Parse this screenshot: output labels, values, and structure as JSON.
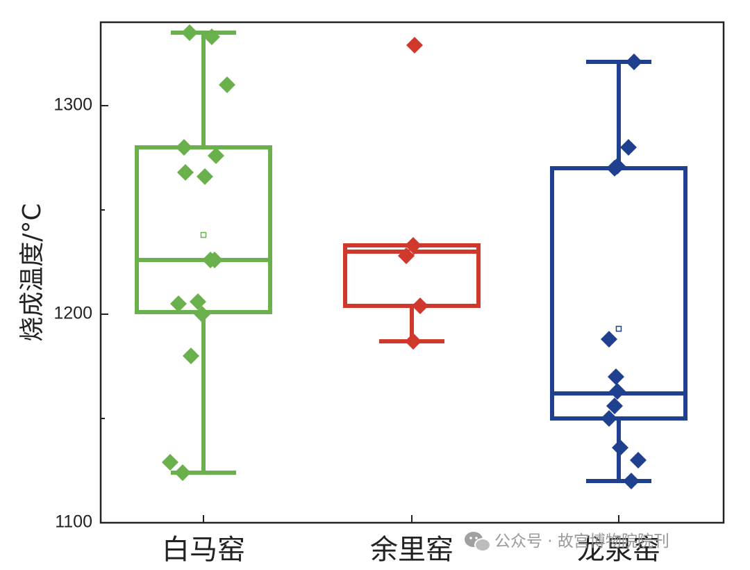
{
  "chart_data": {
    "type": "box",
    "ylabel": "烧成温度/°C",
    "ylim": [
      1100,
      1340
    ],
    "yticks": [
      1100,
      1200,
      1300
    ],
    "categories": [
      "白马窑",
      "余里窑",
      "龙泉窑"
    ],
    "series": [
      {
        "color": "#6ab04c",
        "whisker_low": 1124,
        "q1": 1201,
        "median": 1226,
        "mean": 1238,
        "q3": 1280,
        "whisker_high": 1335,
        "points": [
          {
            "dx": -0.1,
            "y": 1335
          },
          {
            "dx": 0.06,
            "y": 1333
          },
          {
            "dx": 0.17,
            "y": 1310
          },
          {
            "dx": -0.14,
            "y": 1280
          },
          {
            "dx": 0.09,
            "y": 1276
          },
          {
            "dx": -0.13,
            "y": 1268
          },
          {
            "dx": 0.01,
            "y": 1266
          },
          {
            "dx": 0.05,
            "y": 1226
          },
          {
            "dx": 0.08,
            "y": 1226
          },
          {
            "dx": -0.18,
            "y": 1205
          },
          {
            "dx": -0.04,
            "y": 1206
          },
          {
            "dx": -0.01,
            "y": 1200
          },
          {
            "dx": -0.09,
            "y": 1180
          },
          {
            "dx": -0.24,
            "y": 1129
          },
          {
            "dx": -0.15,
            "y": 1124
          }
        ]
      },
      {
        "color": "#d0382b",
        "whisker_low": 1187,
        "q1": 1204,
        "median": 1230,
        "mean": 1230,
        "q3": 1233,
        "whisker_high": 1233,
        "points": [
          {
            "dx": 0.02,
            "y": 1329
          },
          {
            "dx": 0.01,
            "y": 1233
          },
          {
            "dx": -0.04,
            "y": 1228
          },
          {
            "dx": 0.06,
            "y": 1204
          },
          {
            "dx": 0.01,
            "y": 1187
          }
        ]
      },
      {
        "color": "#1f3f8f",
        "whisker_low": 1120,
        "q1": 1150,
        "median": 1162,
        "mean": 1193,
        "q3": 1270,
        "whisker_high": 1321,
        "points": [
          {
            "dx": 0.11,
            "y": 1321
          },
          {
            "dx": 0.07,
            "y": 1280
          },
          {
            "dx": -0.01,
            "y": 1271
          },
          {
            "dx": -0.03,
            "y": 1270
          },
          {
            "dx": -0.07,
            "y": 1188
          },
          {
            "dx": -0.02,
            "y": 1170
          },
          {
            "dx": -0.01,
            "y": 1163
          },
          {
            "dx": -0.03,
            "y": 1156
          },
          {
            "dx": -0.07,
            "y": 1150
          },
          {
            "dx": 0.01,
            "y": 1136
          },
          {
            "dx": 0.14,
            "y": 1130
          },
          {
            "dx": 0.09,
            "y": 1120
          }
        ]
      }
    ]
  },
  "watermark": {
    "text": "公众号 · 故宫博物院院刊",
    "icon": "wechat-icon"
  }
}
